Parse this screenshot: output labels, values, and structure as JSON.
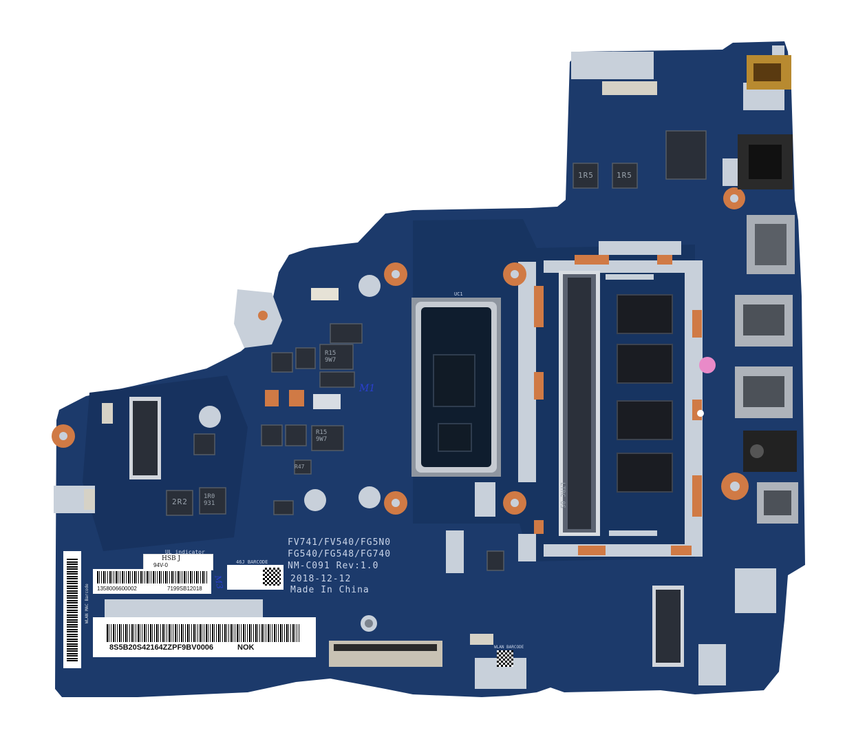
{
  "board": {
    "model_lines": [
      "FV741/FV540/FG5N0",
      "FG540/FG548/FG740",
      "NM-C091 Rev:1.0"
    ],
    "date": "2018-12-12",
    "origin": "Made In China",
    "ul_indicator": "UL indicator",
    "hsb": "HSB J",
    "rating": "94V-0",
    "barcode_tag": "46J BARCODE",
    "wifi_barcode": "WLAN BARCODE",
    "handwritten_mark": "M1",
    "handwritten_mark2": "M3"
  },
  "labels": {
    "serial_left": "1358006600002",
    "serial_right": "7199SB12018",
    "sticker_code": "8S5B20S42164ZZPF9BV0006",
    "sticker_status": "NOK",
    "mac_label": "WLAN MAC Barcode"
  },
  "components": {
    "cpu_top_label": "UC1",
    "inductors": [
      "R15 9W7",
      "R15 9W7",
      "2R2",
      "1R0 931",
      "1R5",
      "1R5"
    ],
    "dimm_label": "LTRC 0S",
    "cap_marking": "R47"
  },
  "colors": {
    "pcb": "#1c3a6b",
    "pcb_dark": "#142d57",
    "pad": "#c8d0da",
    "copper": "#d07a45",
    "silk": "#c9d4e8"
  }
}
